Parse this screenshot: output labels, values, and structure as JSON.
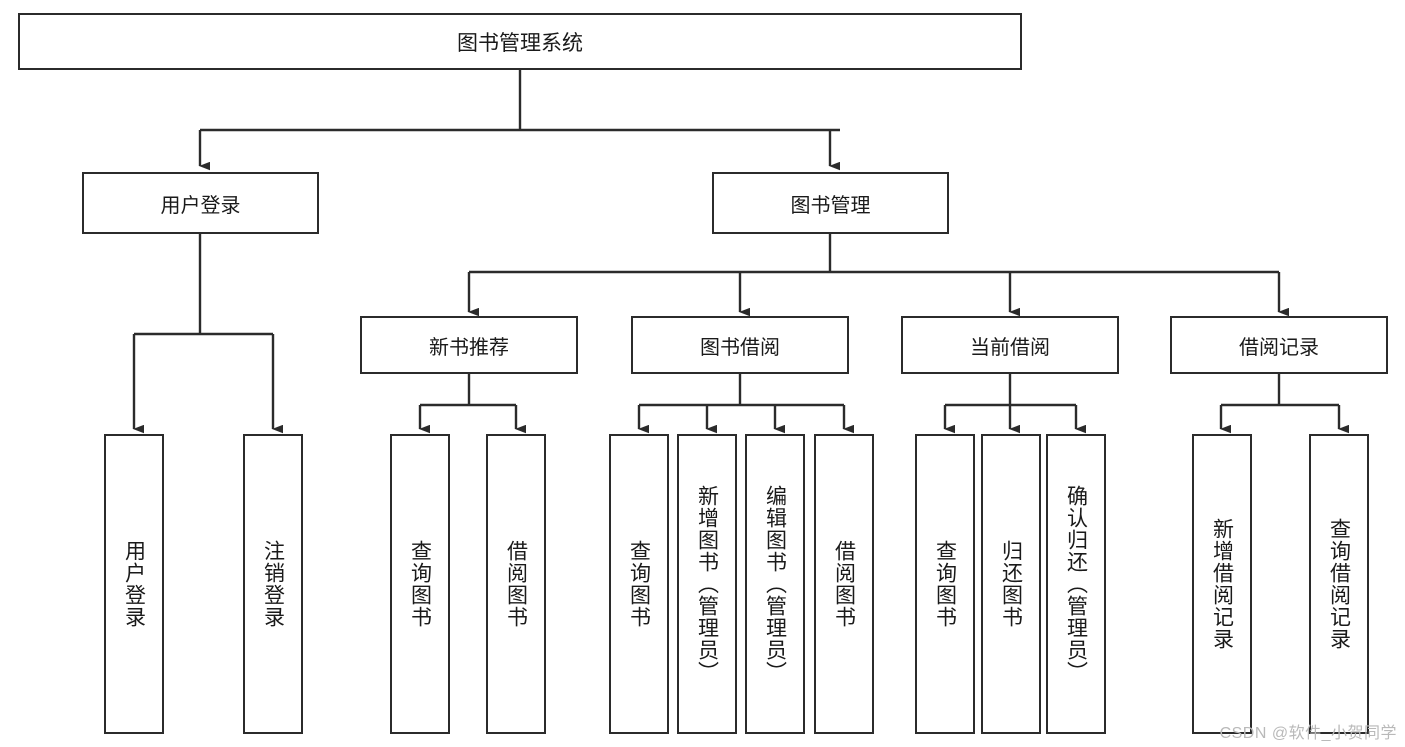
{
  "diagram": {
    "title": "图书管理系统",
    "type": "tree-hierarchy",
    "watermark": "CSDN @软件_小贺同学",
    "colors": {
      "stroke": "#2b2b2b",
      "fill": "#ffffff",
      "text": "#1a1a1a",
      "watermark": "#b9b9b9"
    },
    "root": {
      "label": "图书管理系统"
    },
    "level2": [
      {
        "id": "user-login",
        "label": "用户登录"
      },
      {
        "id": "book-manage",
        "label": "图书管理"
      }
    ],
    "level3": [
      {
        "id": "new-book-recommend",
        "label": "新书推荐",
        "parent": "book-manage"
      },
      {
        "id": "book-borrow",
        "label": "图书借阅",
        "parent": "book-manage"
      },
      {
        "id": "current-borrow",
        "label": "当前借阅",
        "parent": "book-manage"
      },
      {
        "id": "borrow-record",
        "label": "借阅记录",
        "parent": "book-manage"
      }
    ],
    "leaves": [
      {
        "id": "leaf-user-login",
        "label": "用户登录",
        "parent": "user-login"
      },
      {
        "id": "leaf-user-logout",
        "label": "注销登录",
        "parent": "user-login"
      },
      {
        "id": "leaf-rec-query-book",
        "label": "查询图书",
        "parent": "new-book-recommend"
      },
      {
        "id": "leaf-rec-borrow-book",
        "label": "借阅图书",
        "parent": "new-book-recommend"
      },
      {
        "id": "leaf-borrow-query-book",
        "label": "查询图书",
        "parent": "book-borrow"
      },
      {
        "id": "leaf-borrow-add-book",
        "label": "新增图书（管理员）",
        "parent": "book-borrow"
      },
      {
        "id": "leaf-borrow-edit-book",
        "label": "编辑图书（管理员）",
        "parent": "book-borrow"
      },
      {
        "id": "leaf-borrow-borrow-book",
        "label": "借阅图书",
        "parent": "book-borrow"
      },
      {
        "id": "leaf-current-query-book",
        "label": "查询图书",
        "parent": "current-borrow"
      },
      {
        "id": "leaf-current-return-book",
        "label": "归还图书",
        "parent": "current-borrow"
      },
      {
        "id": "leaf-current-confirm-return",
        "label": "确认归还（管理员）",
        "parent": "current-borrow"
      },
      {
        "id": "leaf-record-add",
        "label": "新增借阅记录",
        "parent": "borrow-record"
      },
      {
        "id": "leaf-record-query",
        "label": "查询借阅记录",
        "parent": "borrow-record"
      }
    ]
  }
}
